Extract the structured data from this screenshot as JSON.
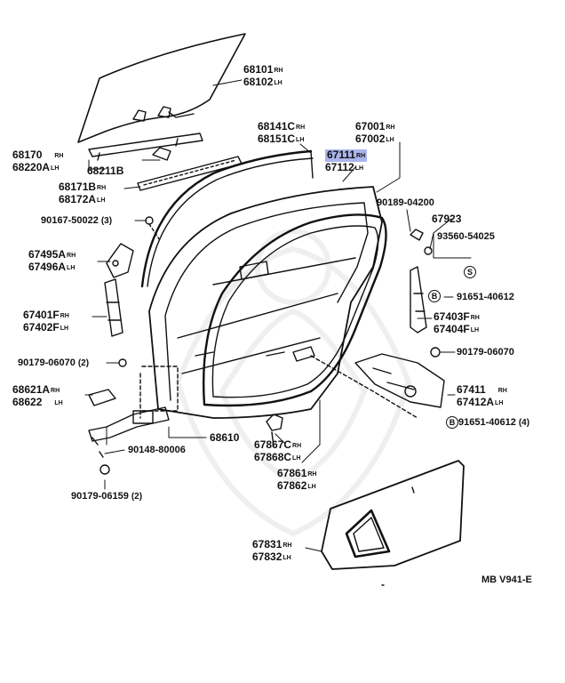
{
  "diagram_code": "MB V941-E",
  "parts": {
    "p68101": [
      "68101",
      "68102"
    ],
    "p68101_sfx": [
      "RH",
      "LH"
    ],
    "p68141": [
      "68141C",
      "68151C"
    ],
    "p68141_sfx": [
      "RH",
      "LH"
    ],
    "p67001": [
      "67001",
      "67002"
    ],
    "p67001_sfx": [
      "RH",
      "LH"
    ],
    "p67111": [
      "67111",
      "67112"
    ],
    "p67111_sfx": [
      "RH",
      "LH"
    ],
    "p68170": [
      "68170",
      "68220A"
    ],
    "p68170_sfx": [
      "RH",
      "LH"
    ],
    "p68211": "68211B",
    "p68171": [
      "68171B",
      "68172A"
    ],
    "p68171_sfx": [
      "RH",
      "LH"
    ],
    "p90167": "90167-50022",
    "p90167_qty": "(3)",
    "p90189": "90189-04200",
    "p67923": "67923",
    "p93560": "93560-54025",
    "p67495": [
      "67495A",
      "67496A"
    ],
    "p67495_sfx": [
      "RH",
      "LH"
    ],
    "p91651a": "91651-40612",
    "p67401": [
      "67401F",
      "67402F"
    ],
    "p67401_sfx": [
      "RH",
      "LH"
    ],
    "p67403": [
      "67403F",
      "67404F"
    ],
    "p67403_sfx": [
      "RH",
      "LH"
    ],
    "p90179a": "90179-06070",
    "p90179a_qty": "(2)",
    "p90179b": "90179-06070",
    "p68621": [
      "68621A",
      "68622"
    ],
    "p68621_sfx": [
      "RH",
      "LH"
    ],
    "p67411": [
      "67411",
      "67412A"
    ],
    "p67411_sfx": [
      "RH",
      "LH"
    ],
    "p91651b": "91651-40612",
    "p91651b_qty": "(4)",
    "p68610": "68610",
    "p90148": "90148-80006",
    "p67867": [
      "67867C",
      "67868C"
    ],
    "p67867_sfx": [
      "RH",
      "LH"
    ],
    "p67861": [
      "67861",
      "67862"
    ],
    "p67861_sfx": [
      "RH",
      "LH"
    ],
    "p90179c": "90179-06159",
    "p90179c_qty": "(2)",
    "p67831": [
      "67831",
      "67832"
    ],
    "p67831_sfx": [
      "RH",
      "LH"
    ],
    "marker_b": "B",
    "marker_s": "S"
  }
}
